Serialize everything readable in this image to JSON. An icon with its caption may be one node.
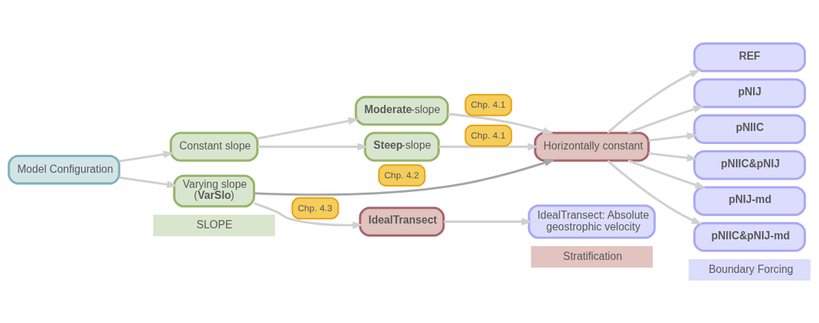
{
  "diagram": {
    "nodes": [
      {
        "text": [
          "SLOPE"
        ]
      },
      {
        "text": [
          "Stratification"
        ]
      },
      {
        "text": [
          "Boundary Forcing"
        ]
      },
      {
        "text": [
          "Model Configuration"
        ]
      },
      {
        "text": [
          "Constant slope"
        ]
      },
      {
        "text": [
          "**Moderate**-slope"
        ]
      },
      {
        "text": [
          "**Steep**-slope"
        ]
      },
      {
        "text": [
          "Varying slope (**VarSlo**)"
        ]
      },
      {
        "text": [
          "Horizontally constant"
        ]
      },
      {
        "text": [
          "REF"
        ]
      },
      {
        "text": [
          "pNIJ"
        ]
      },
      {
        "text": [
          "pNIIC"
        ]
      },
      {
        "text": [
          "pNIIC&pNIJ"
        ]
      },
      {
        "text": [
          "pNIJ-md"
        ]
      },
      {
        "text": [
          "pNIIC&pNIJ-md"
        ]
      },
      {
        "text": [
          "IdealTransect"
        ]
      },
      {
        "text": [
          "IdealTransect: Absolute geostrophic velocity"
        ]
      }
    ],
    "edges": [
      {
        "from": 3,
        "to": 4,
        "arrow": "to"
      },
      {
        "from": 3,
        "to": 7,
        "arrow": "to"
      },
      {
        "from": 4,
        "to": 5,
        "arrow": "to"
      },
      {
        "from": 4,
        "to": 6,
        "arrow": "to"
      },
      {
        "from": 5,
        "to": 8,
        "arrow": "to",
        "label": "Chp. 4.1"
      },
      {
        "from": 6,
        "to": 8,
        "arrow": "to",
        "label": "Chp. 4.1"
      },
      {
        "from": 7,
        "to": 8,
        "arrow": "to",
        "label": "Chp. 4.2",
        "color": "#a6a6a6"
      },
      {
        "from": 7,
        "to": 15,
        "arrow": "to",
        "label": "Chp. 4.3"
      },
      {
        "from": 8,
        "to": 9,
        "arrow": "to"
      },
      {
        "from": 8,
        "to": 10,
        "arrow": "to"
      },
      {
        "from": 8,
        "to": 11,
        "arrow": "to"
      },
      {
        "from": 8,
        "to": 12,
        "arrow": "to"
      },
      {
        "from": 8,
        "to": 13,
        "arrow": "to"
      },
      {
        "from": 8,
        "to": 14,
        "arrow": "to"
      },
      {
        "from": 15,
        "to": 16,
        "arrow": "to"
      }
    ]
  }
}
